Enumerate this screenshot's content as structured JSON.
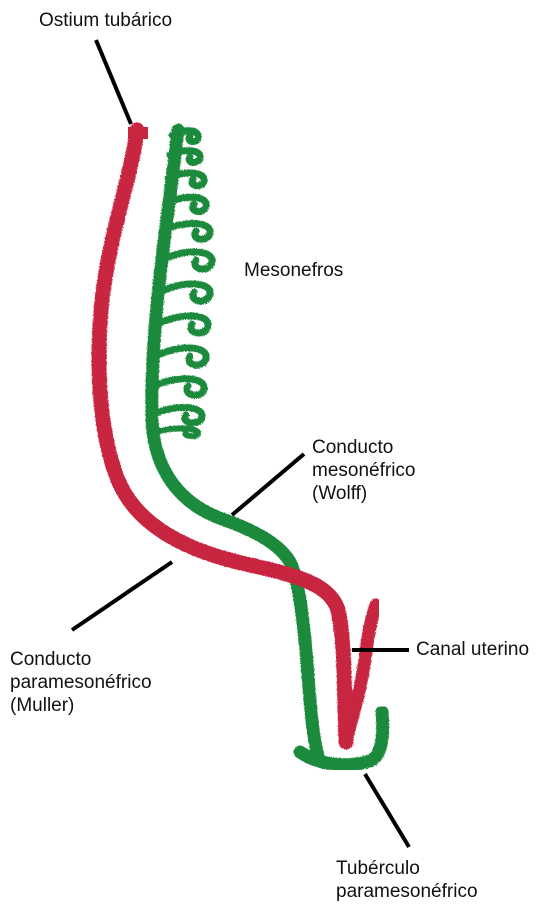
{
  "labels": {
    "ostium": "Ostium tubárico",
    "mesonefros": "Mesonefros",
    "wolff": [
      "Conducto",
      "mesonéfrico",
      "(Wolff)"
    ],
    "canal": "Canal uterino",
    "muller": [
      "Conducto",
      "paramesonéfrico",
      "(Muller)"
    ],
    "tuberculo": [
      "Tubérculo",
      "paramesonéfrico"
    ]
  },
  "colors": {
    "muller_duct": "#c8283f",
    "wolff_duct": "#1f8a3c",
    "leader_line": "#000000",
    "text": "#111111",
    "background": "#ffffff"
  }
}
